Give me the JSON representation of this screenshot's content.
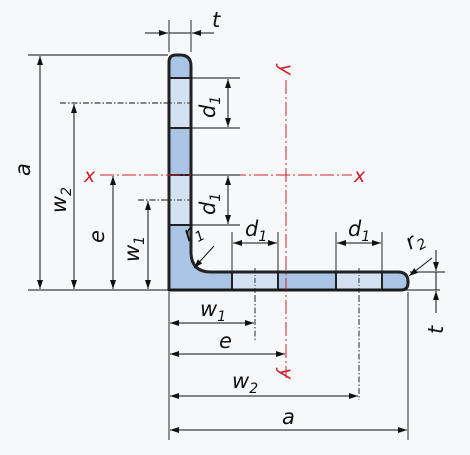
{
  "labels": {
    "t": "t",
    "a": "a",
    "w": "w",
    "e": "e",
    "d": "d",
    "r": "r",
    "x": "x",
    "y": "y",
    "sub1": "1",
    "sub2": "2"
  },
  "colors": {
    "section_fill": "#a9c4e4",
    "hole_fill": "#d4e1f2",
    "outline": "#222222",
    "axis": "#d21f2a",
    "line": "#111111",
    "background": "#f7f8f9"
  }
}
